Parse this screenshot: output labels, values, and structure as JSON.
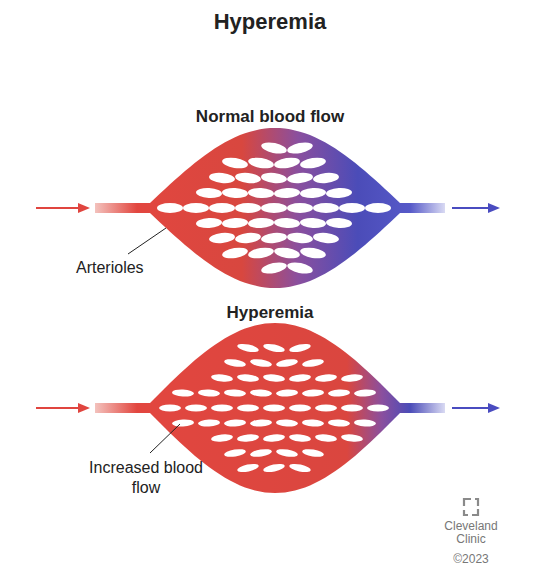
{
  "diagram": {
    "title": "Hyperemia",
    "labels": [
      "Normal blood flow",
      "Arterioles",
      "Hyperemia",
      "Increased blood flow",
      "Cleveland Clinic",
      "©2023"
    ]
  }
}
